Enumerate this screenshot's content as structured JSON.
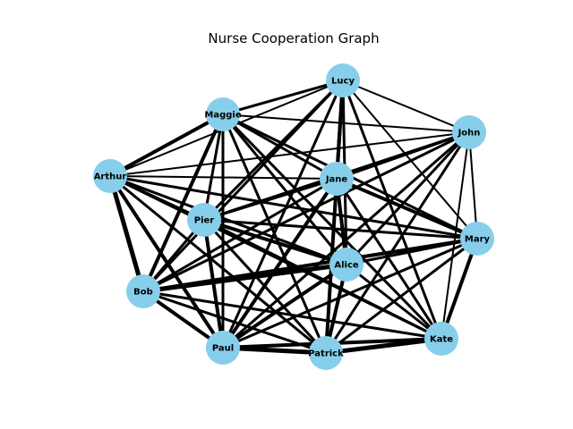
{
  "title": "Nurse Cooperation Graph",
  "node_color": "#87ceeb",
  "edge_color": "#000000",
  "nodes": [
    "Lucy",
    "Maggie",
    "John",
    "Arthur",
    "Jane",
    "Pier",
    "Mary",
    "Alice",
    "Bob",
    "Kate",
    "Paul",
    "Patrick"
  ],
  "edges": [
    {
      "source": "Lucy",
      "target": "Maggie",
      "weight": 3
    },
    {
      "source": "Lucy",
      "target": "John",
      "weight": 2
    },
    {
      "source": "Lucy",
      "target": "Arthur",
      "weight": 2
    },
    {
      "source": "Lucy",
      "target": "Jane",
      "weight": 4
    },
    {
      "source": "Lucy",
      "target": "Pier",
      "weight": 3
    },
    {
      "source": "Lucy",
      "target": "Mary",
      "weight": 2
    },
    {
      "source": "Lucy",
      "target": "Alice",
      "weight": 3
    },
    {
      "source": "Lucy",
      "target": "Bob",
      "weight": 3
    },
    {
      "source": "Lucy",
      "target": "Kate",
      "weight": 3
    },
    {
      "source": "Lucy",
      "target": "Paul",
      "weight": 3
    },
    {
      "source": "Lucy",
      "target": "Patrick",
      "weight": 4
    },
    {
      "source": "Maggie",
      "target": "John",
      "weight": 2
    },
    {
      "source": "Maggie",
      "target": "Arthur",
      "weight": 4
    },
    {
      "source": "Maggie",
      "target": "Jane",
      "weight": 3
    },
    {
      "source": "Maggie",
      "target": "Pier",
      "weight": 3
    },
    {
      "source": "Maggie",
      "target": "Mary",
      "weight": 3
    },
    {
      "source": "Maggie",
      "target": "Alice",
      "weight": 3
    },
    {
      "source": "Maggie",
      "target": "Bob",
      "weight": 4
    },
    {
      "source": "Maggie",
      "target": "Kate",
      "weight": 3
    },
    {
      "source": "Maggie",
      "target": "Paul",
      "weight": 3
    },
    {
      "source": "Maggie",
      "target": "Patrick",
      "weight": 3
    },
    {
      "source": "John",
      "target": "Arthur",
      "weight": 2
    },
    {
      "source": "John",
      "target": "Jane",
      "weight": 3
    },
    {
      "source": "John",
      "target": "Pier",
      "weight": 3
    },
    {
      "source": "John",
      "target": "Mary",
      "weight": 2
    },
    {
      "source": "John",
      "target": "Alice",
      "weight": 3
    },
    {
      "source": "John",
      "target": "Bob",
      "weight": 3
    },
    {
      "source": "John",
      "target": "Kate",
      "weight": 2
    },
    {
      "source": "John",
      "target": "Paul",
      "weight": 3
    },
    {
      "source": "John",
      "target": "Patrick",
      "weight": 3
    },
    {
      "source": "Arthur",
      "target": "Jane",
      "weight": 2
    },
    {
      "source": "Arthur",
      "target": "Pier",
      "weight": 3
    },
    {
      "source": "Arthur",
      "target": "Mary",
      "weight": 3
    },
    {
      "source": "Arthur",
      "target": "Alice",
      "weight": 3
    },
    {
      "source": "Arthur",
      "target": "Bob",
      "weight": 5
    },
    {
      "source": "Arthur",
      "target": "Kate",
      "weight": 3
    },
    {
      "source": "Arthur",
      "target": "Paul",
      "weight": 4
    },
    {
      "source": "Arthur",
      "target": "Patrick",
      "weight": 3
    },
    {
      "source": "Jane",
      "target": "Pier",
      "weight": 3
    },
    {
      "source": "Jane",
      "target": "Mary",
      "weight": 4
    },
    {
      "source": "Jane",
      "target": "Alice",
      "weight": 4
    },
    {
      "source": "Jane",
      "target": "Bob",
      "weight": 3
    },
    {
      "source": "Jane",
      "target": "Kate",
      "weight": 3
    },
    {
      "source": "Jane",
      "target": "Paul",
      "weight": 4
    },
    {
      "source": "Jane",
      "target": "Patrick",
      "weight": 3
    },
    {
      "source": "Pier",
      "target": "Mary",
      "weight": 3
    },
    {
      "source": "Pier",
      "target": "Alice",
      "weight": 4
    },
    {
      "source": "Pier",
      "target": "Bob",
      "weight": 3
    },
    {
      "source": "Pier",
      "target": "Kate",
      "weight": 3
    },
    {
      "source": "Pier",
      "target": "Paul",
      "weight": 4
    },
    {
      "source": "Pier",
      "target": "Patrick",
      "weight": 3
    },
    {
      "source": "Mary",
      "target": "Alice",
      "weight": 3
    },
    {
      "source": "Mary",
      "target": "Bob",
      "weight": 4
    },
    {
      "source": "Mary",
      "target": "Kate",
      "weight": 4
    },
    {
      "source": "Mary",
      "target": "Paul",
      "weight": 3
    },
    {
      "source": "Mary",
      "target": "Patrick",
      "weight": 3
    },
    {
      "source": "Alice",
      "target": "Bob",
      "weight": 5
    },
    {
      "source": "Alice",
      "target": "Kate",
      "weight": 3
    },
    {
      "source": "Alice",
      "target": "Paul",
      "weight": 4
    },
    {
      "source": "Alice",
      "target": "Patrick",
      "weight": 4
    },
    {
      "source": "Bob",
      "target": "Kate",
      "weight": 3
    },
    {
      "source": "Bob",
      "target": "Paul",
      "weight": 4
    },
    {
      "source": "Bob",
      "target": "Patrick",
      "weight": 3
    },
    {
      "source": "Kate",
      "target": "Paul",
      "weight": 4
    },
    {
      "source": "Kate",
      "target": "Patrick",
      "weight": 5
    },
    {
      "source": "Paul",
      "target": "Patrick",
      "weight": 5
    }
  ]
}
